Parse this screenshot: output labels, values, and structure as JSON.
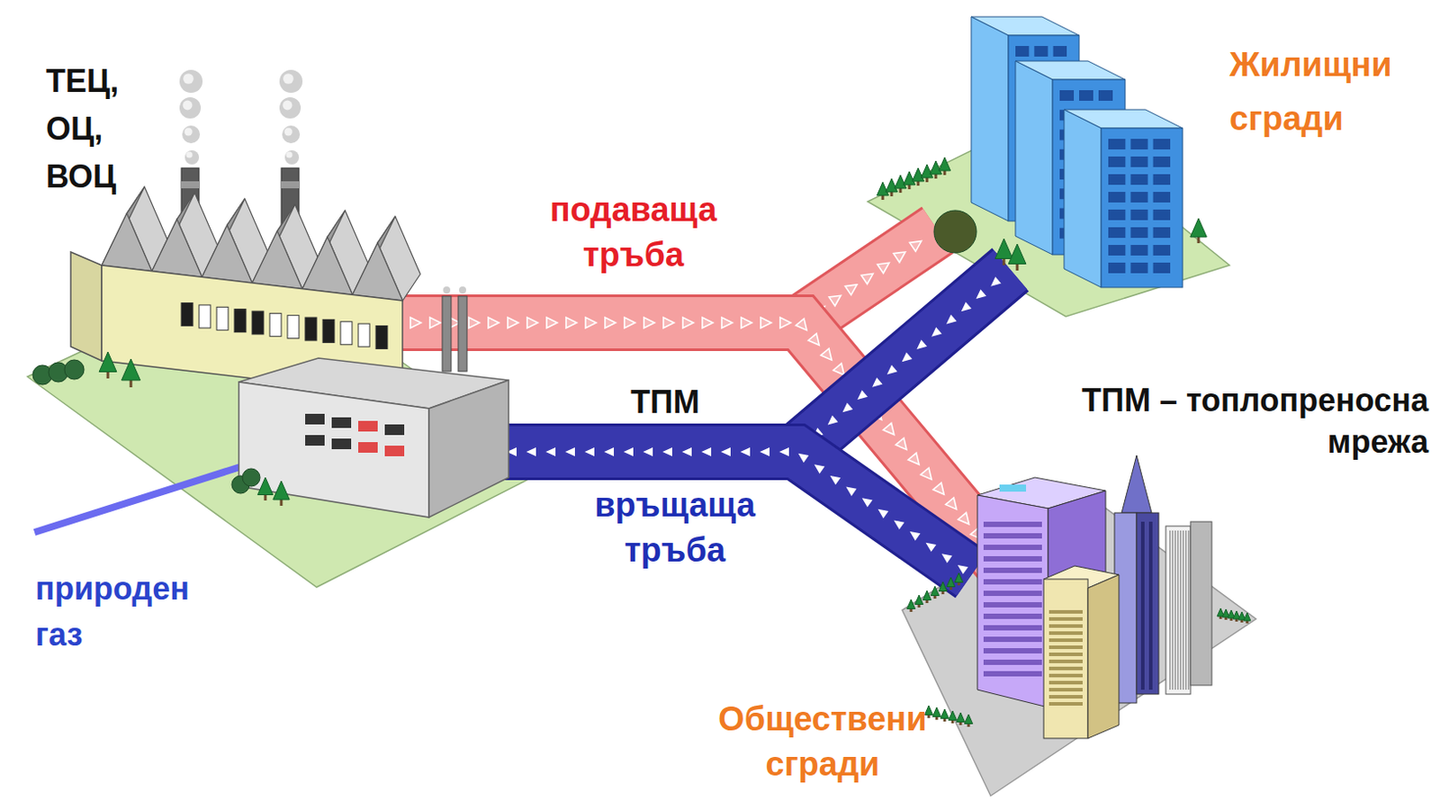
{
  "diagram": {
    "nodes": [
      {
        "text": [
          "ТЕЦ, ОЦ, ВОЦ"
        ]
      },
      {
        "text": [
          "Жилищни сгради"
        ]
      },
      {
        "text": [
          "Обществени сгради"
        ]
      }
    ],
    "edges": [
      {
        "from": 0,
        "to": 1,
        "arrow": "to",
        "label": "подаваща тръба"
      },
      {
        "from": 0,
        "to": 2,
        "arrow": "to"
      },
      {
        "from": 1,
        "to": 0,
        "arrow": "to",
        "label": "връщаща тръба"
      },
      {
        "from": 2,
        "to": 0,
        "arrow": "to"
      }
    ],
    "labels": [
      "ТПМ",
      "ТПМ – топлопреносна мрежа",
      "природен газ"
    ]
  }
}
